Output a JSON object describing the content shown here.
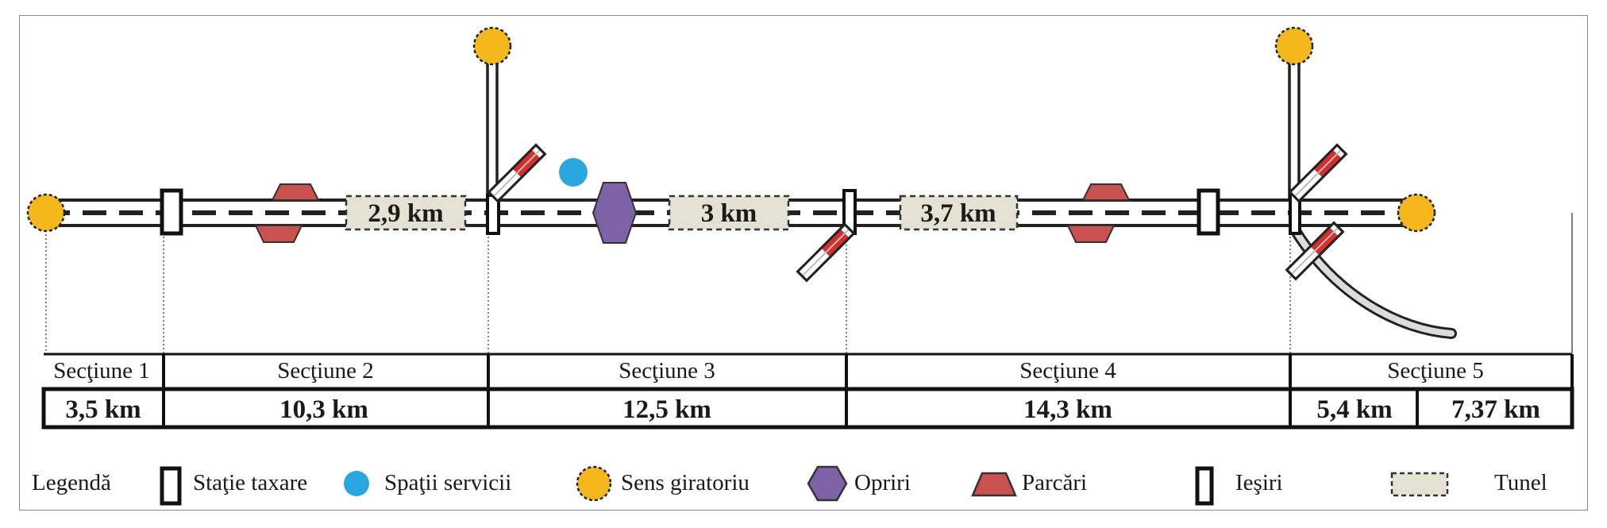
{
  "tunnels": [
    "2,9 km",
    "3 km",
    "3,7 km"
  ],
  "sections": [
    {
      "name": "Secţiune 1",
      "lengths": [
        "3,5 km"
      ]
    },
    {
      "name": "Secţiune 2",
      "lengths": [
        "10,3 km"
      ]
    },
    {
      "name": "Secţiune 3",
      "lengths": [
        "12,5 km"
      ]
    },
    {
      "name": "Secţiune 4",
      "lengths": [
        "14,3 km"
      ]
    },
    {
      "name": "Secţiune 5",
      "lengths": [
        "5,4 km",
        "7,37 km"
      ]
    }
  ],
  "legend": {
    "title": "Legendă",
    "items": [
      {
        "icon": "toll-station-icon",
        "label": "Staţie taxare"
      },
      {
        "icon": "service-area-icon",
        "label": "Spaţii servicii"
      },
      {
        "icon": "roundabout-icon",
        "label": "Sens giratoriu"
      },
      {
        "icon": "stop-icon",
        "label": "Opriri"
      },
      {
        "icon": "parking-icon",
        "label": "Parcări"
      },
      {
        "icon": "exit-icon",
        "label": "Ieşiri"
      },
      {
        "icon": "tunnel-icon",
        "label": "Tunel"
      }
    ]
  },
  "colors": {
    "roundabout": "#F5B81C",
    "service": "#29A8E0",
    "stop": "#7D62A8",
    "parking": "#C9514F",
    "tunnel": "#E5E2D3",
    "ramp": "#D62D2D"
  }
}
